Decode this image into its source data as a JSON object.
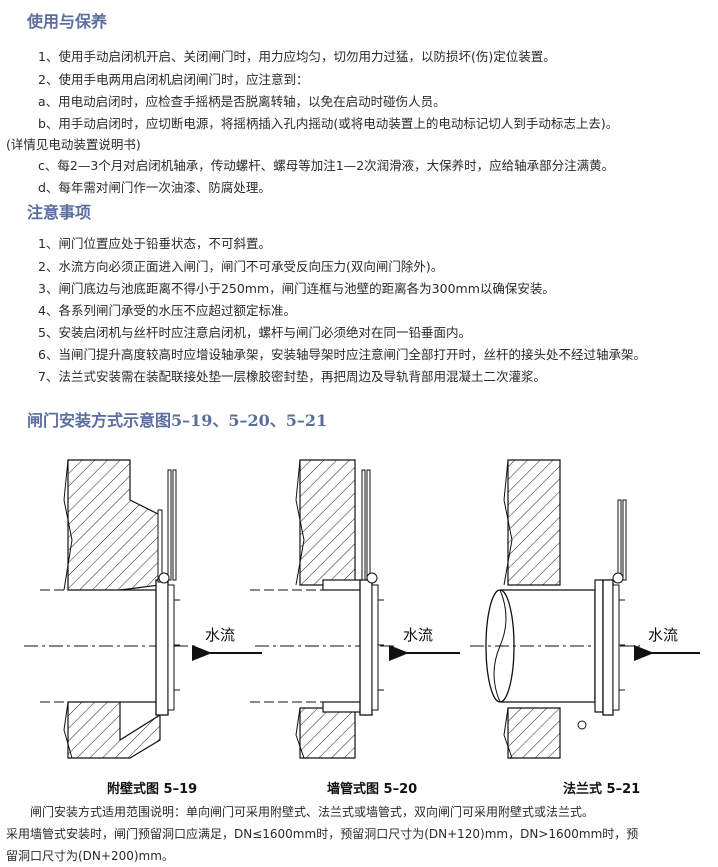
{
  "usage": {
    "title": "使用与保养",
    "lines": [
      "1、使用手动启闭机开启、关闭闸门时，用力应均匀，切勿用力过猛，以防损坏(伤)定位装置。",
      "2、使用手电两用启闭机启闭闸门时，应注意到：",
      "a、用电动启闭时，应检查手摇柄是否脱离转轴，以免在启动时碰伤人员。",
      "b、用手动启闭时，应切断电源，将摇柄插入孔内摇动(或将电动装置上的电动标记切人到手动标志上去)。",
      "(详情见电动装置说明书)",
      "c、每2—3个月对启闭机轴承，传动螺杆、螺母等加注1—2次润滑液，大保养时，应给轴承部分注满黄。",
      "d、每年需对闸门作一次油漆、防腐处理。"
    ]
  },
  "notes": {
    "title": "注意事项",
    "lines": [
      "1、闸门位置应处于铅垂状态，不可斜置。",
      "2、水流方向必须正面进入闸门，闸门不可承受反向压力(双向闸门除外)。",
      "3、闸门底边与池底距离不得小于250mm，闸门连框与池壁的距离各为300mm以确保安装。",
      "4、各系列闸门承受的水压不应超过额定标准。",
      "5、安装启闭机与丝杆时应注意启闭机，螺杆与闸门必须绝对在同一铅垂面内。",
      "6、当闸门提升高度较高时应增设轴承架，安装轴导架时应注意闸门全部打开时，丝杆的接头处不经过轴承架。",
      "7、法兰式安装需在装配联接处垫一层橡胶密封垫，再把周边及导轨背部用混凝土二次灌浆。"
    ]
  },
  "install": {
    "title": "闸门安装方式示意图5–19、5–20、5–21",
    "flow_label": "水流",
    "captions": [
      "附壁式图 5–19",
      "墙管式图 5–20",
      "法兰式 5–21"
    ],
    "note_lines": [
      "闸门安装方式适用范围说明：单向闸门可采用附壁式、法兰式或墙管式，双向闸门可采用附壁式或法兰式。",
      "采用墙管式安装时，闸门预留洞口应满足，DN≤1600mm时，预留洞口尺寸为(DN+120)mm，DN>1600mm时，预",
      "留洞口尺寸为(DN+200)mm。"
    ]
  },
  "colors": {
    "heading": "#5b6f9e",
    "text": "#2a2a2a",
    "drawing": "#111111"
  }
}
